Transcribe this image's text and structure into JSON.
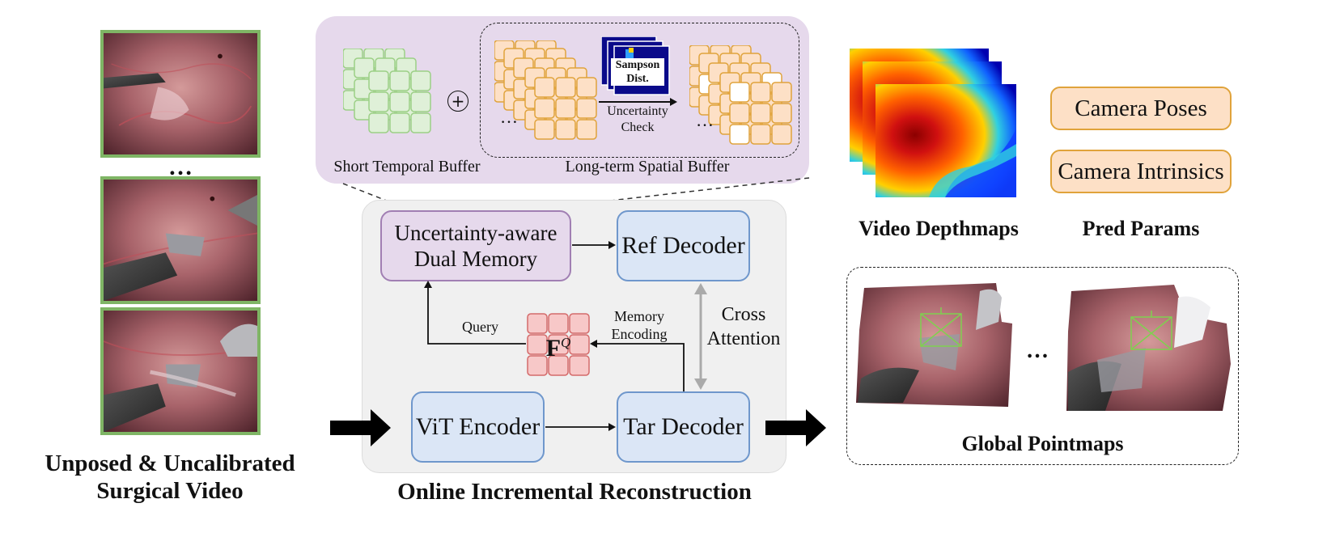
{
  "input": {
    "ellipsis": "…",
    "caption_line1": "Unposed & Uncalibrated",
    "caption_line2": "Surgical Video"
  },
  "memory_detail": {
    "plus": "+",
    "short_buffer_label": "Short Temporal Buffer",
    "long_buffer_label": "Long-term Spatial Buffer",
    "sampson_line1": "Sampson",
    "sampson_line2": "Dist.",
    "uncertainty_line1": "Uncertainty",
    "uncertainty_line2": "Check",
    "ellipsis": "…"
  },
  "pipeline": {
    "memory_line1": "Uncertainty-aware",
    "memory_line2": "Dual Memory",
    "ref_decoder": "Ref Decoder",
    "vit_encoder": "ViT Encoder",
    "tar_decoder": "Tar Decoder",
    "query_label": "Query",
    "feature_main": "F",
    "feature_sup": "Q",
    "memory_encoding_line1": "Memory",
    "memory_encoding_line2": "Encoding",
    "cross_attention_line1": "Cross",
    "cross_attention_line2": "Attention",
    "caption": "Online Incremental Reconstruction"
  },
  "outputs": {
    "depth_caption": "Video Depthmaps",
    "params_caption": "Pred Params",
    "camera_poses": "Camera Poses",
    "camera_intrinsics": "Camera Intrinsics",
    "pointmaps_caption": "Global Pointmaps",
    "ellipsis": "…"
  },
  "colors": {
    "frame_border": "#7fb565",
    "memory_panel": "#e6d9ec",
    "pipeline_panel": "#f0f0f0",
    "encoder_box": "#dbe6f6",
    "params_box": "#fde0c6",
    "feature_grid": "#f7c8c8"
  }
}
